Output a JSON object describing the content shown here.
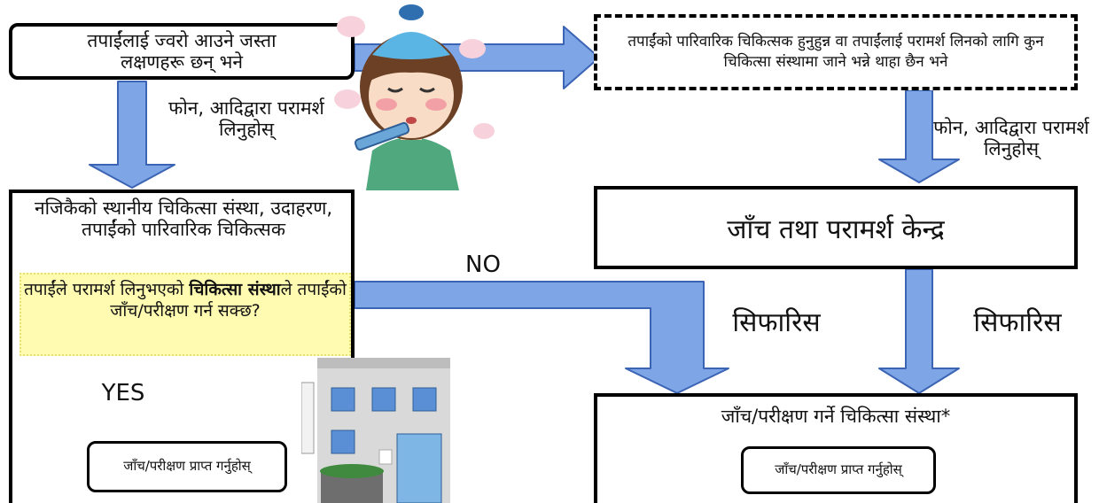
{
  "fever_box": {
    "text": "तपाईंलाई ज्वरो आउने जस्ता लक्षणहरू छन् भने"
  },
  "doctor_box": {
    "text": "तपाईंको पारिवारिक चिकित्सक हुनुहुन्न वा तपाईंलाई परामर्श लिनको लागि कुन चिकित्सा संस्थामा जाने भन्ने थाहा छैन भने"
  },
  "left_consult": "फोन, आदिद्वारा परामर्श लिनुहोस्",
  "right_consult": "फोन, आदिद्वारा परामर्श लिनुहोस्",
  "local_box": {
    "title": "नजिकैको स्थानीय चिकित्सा संस्था, उदाहरण, तपाईंको पारिवारिक चिकित्सक",
    "question_pre": "तपाईंले परामर्श लिनुभएको ",
    "question_bold": "चिकित्सा संस्था",
    "question_post": "ले तपाईंको जाँच/परीक्षण गर्न सक्छ?",
    "result": "जाँच/परीक्षण प्राप्त गर्नुहोस्"
  },
  "center_box": {
    "text": "जाँच तथा परामर्श केन्द्र"
  },
  "testing_box": {
    "title": "जाँच/परीक्षण गर्ने चिकित्सा संस्था*",
    "result": "जाँच/परीक्षण प्राप्त गर्नुहोस्"
  },
  "labels": {
    "no": "NO",
    "yes": "YES",
    "referral_left": "सिफारिस",
    "referral_right": "सिफारिस"
  },
  "colors": {
    "arrow_fill": "#7ea6e6",
    "arrow_stroke": "#3c64b4",
    "highlight": "#fffbb0"
  }
}
